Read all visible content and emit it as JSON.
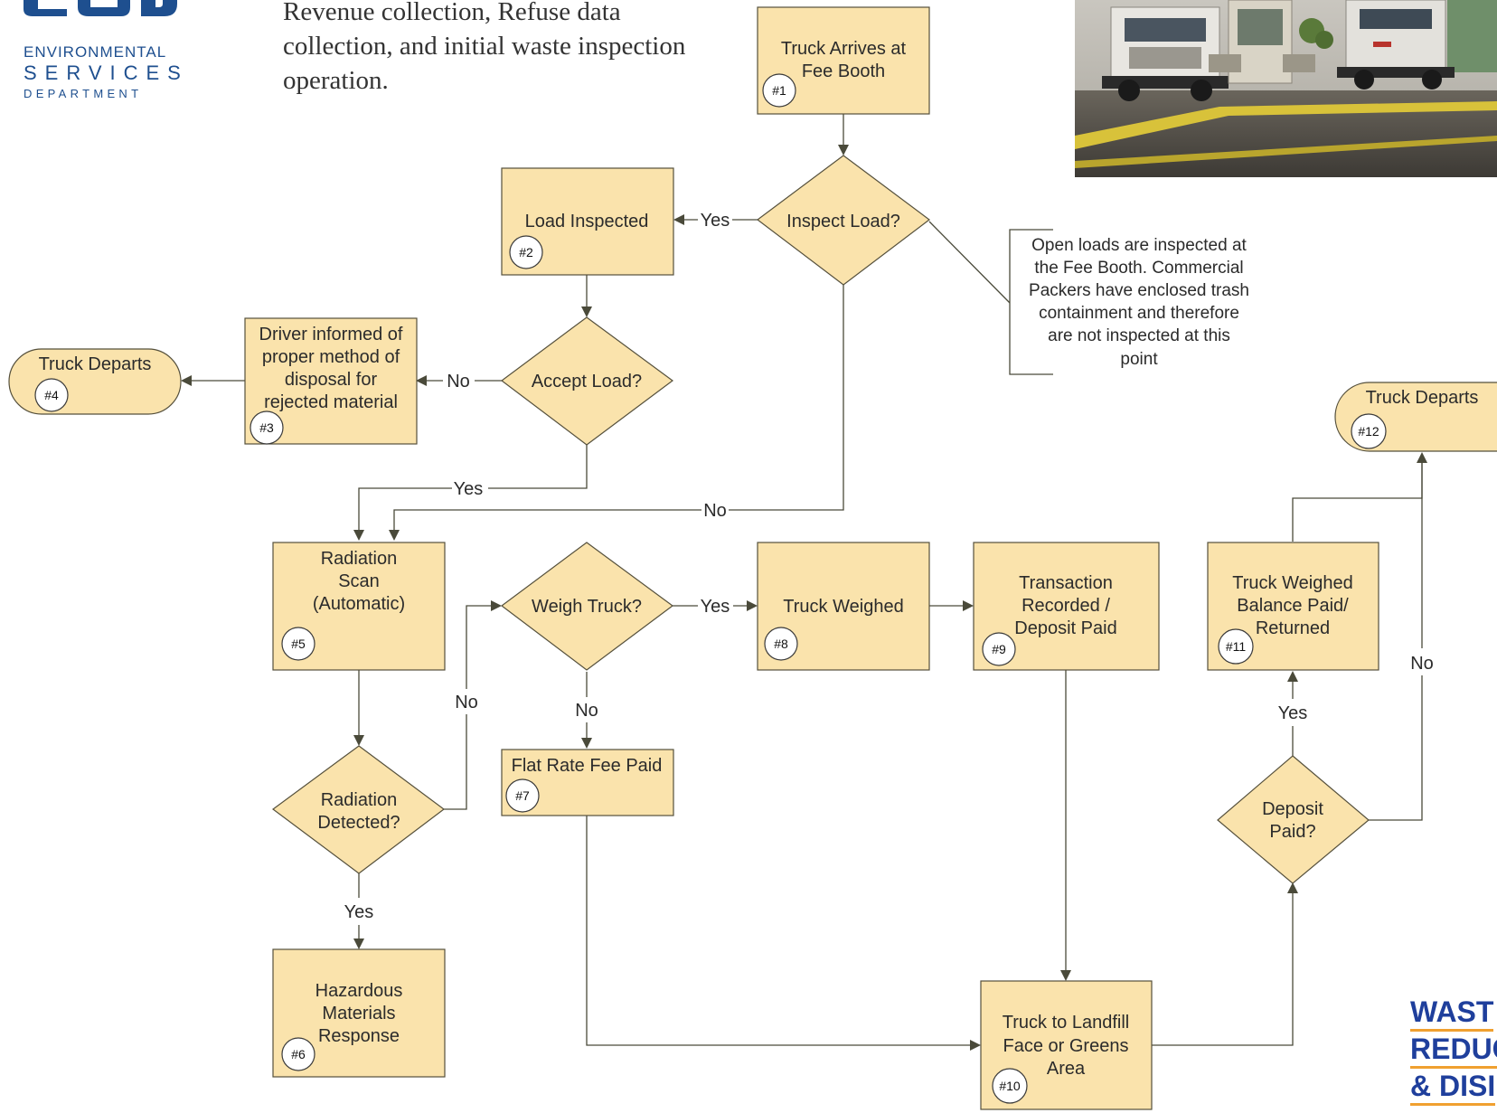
{
  "logo": {
    "line1": "ENVIRONMENTAL",
    "line2": "SERVICES",
    "line3": "DEPARTMENT"
  },
  "intro_text": [
    "Revenue collection, Refuse data",
    "collection, and initial waste inspection",
    "operation."
  ],
  "nodes": {
    "n1": {
      "shape": "process",
      "lines": [
        "Truck Arrives at",
        "Fee Booth"
      ],
      "badge": "#1"
    },
    "inspect_load": {
      "shape": "decision",
      "lines": [
        "Inspect Load?"
      ]
    },
    "n2": {
      "shape": "process",
      "lines": [
        "Load Inspected"
      ],
      "badge": "#2"
    },
    "accept_load": {
      "shape": "decision",
      "lines": [
        "Accept Load?"
      ]
    },
    "n3": {
      "shape": "process",
      "lines": [
        "Driver informed of",
        "proper method of",
        "disposal for",
        "rejected material"
      ],
      "badge": "#3"
    },
    "n4": {
      "shape": "terminator",
      "lines": [
        "Truck Departs"
      ],
      "badge": "#4"
    },
    "n5": {
      "shape": "process",
      "lines": [
        "Radiation",
        "Scan",
        "(Automatic)"
      ],
      "badge": "#5"
    },
    "radiation_detected": {
      "shape": "decision",
      "lines": [
        "Radiation",
        "Detected?"
      ]
    },
    "n6": {
      "shape": "process",
      "lines": [
        "Hazardous",
        "Materials",
        "Response"
      ],
      "badge": "#6"
    },
    "weigh_truck": {
      "shape": "decision",
      "lines": [
        "Weigh Truck?"
      ]
    },
    "n7": {
      "shape": "process",
      "lines": [
        "Flat Rate Fee Paid"
      ],
      "badge": "#7"
    },
    "n8": {
      "shape": "process",
      "lines": [
        "Truck Weighed"
      ],
      "badge": "#8"
    },
    "n9": {
      "shape": "process",
      "lines": [
        "Transaction",
        "Recorded /",
        "Deposit Paid"
      ],
      "badge": "#9"
    },
    "n10": {
      "shape": "process",
      "lines": [
        "Truck to Landfill",
        "Face or Greens",
        "Area"
      ],
      "badge": "#10"
    },
    "deposit_paid": {
      "shape": "decision",
      "lines": [
        "Deposit",
        "Paid?"
      ]
    },
    "n11": {
      "shape": "process",
      "lines": [
        "Truck Weighed",
        "Balance Paid/",
        "Returned"
      ],
      "badge": "#11"
    },
    "n12": {
      "shape": "terminator",
      "lines": [
        "Truck Departs"
      ],
      "badge": "#12"
    }
  },
  "edges": [
    {
      "from": "n1",
      "to": "inspect_load",
      "label": ""
    },
    {
      "from": "inspect_load",
      "to": "n2",
      "label": "Yes"
    },
    {
      "from": "inspect_load",
      "to": "n5",
      "label": "No"
    },
    {
      "from": "n2",
      "to": "accept_load",
      "label": ""
    },
    {
      "from": "accept_load",
      "to": "n3",
      "label": "No"
    },
    {
      "from": "accept_load",
      "to": "n5",
      "label": "Yes"
    },
    {
      "from": "n3",
      "to": "n4",
      "label": ""
    },
    {
      "from": "n5",
      "to": "radiation_detected",
      "label": ""
    },
    {
      "from": "radiation_detected",
      "to": "n6",
      "label": "Yes"
    },
    {
      "from": "radiation_detected",
      "to": "weigh_truck",
      "label": "No"
    },
    {
      "from": "weigh_truck",
      "to": "n8",
      "label": "Yes"
    },
    {
      "from": "weigh_truck",
      "to": "n7",
      "label": "No"
    },
    {
      "from": "n8",
      "to": "n9",
      "label": ""
    },
    {
      "from": "n9",
      "to": "n10",
      "label": ""
    },
    {
      "from": "n7",
      "to": "n10",
      "label": ""
    },
    {
      "from": "n10",
      "to": "deposit_paid",
      "label": ""
    },
    {
      "from": "deposit_paid",
      "to": "n11",
      "label": "Yes"
    },
    {
      "from": "deposit_paid",
      "to": "n12",
      "label": "No"
    },
    {
      "from": "n11",
      "to": "n12",
      "label": ""
    }
  ],
  "annotation": {
    "lines": [
      "Open loads are inspected at",
      "the Fee Booth.  Commercial",
      "Packers have enclosed trash",
      "containment and therefore",
      "are not inspected at this",
      "point"
    ]
  },
  "corner_text": [
    "WAST",
    "REDUC",
    "& DISI"
  ],
  "colors": {
    "box_fill": "#fae3ac",
    "box_stroke": "#55503c",
    "brand_blue": "#1e4f8f",
    "corner_blue": "#1f3f9c",
    "corner_underline": "#f0a030"
  }
}
